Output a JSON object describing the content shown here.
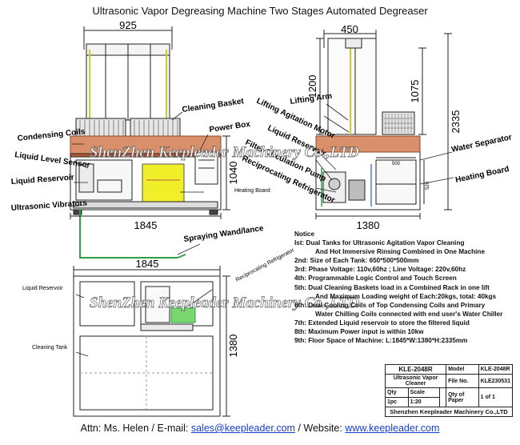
{
  "title": "Ultrasonic Vapor Degreasing Machine Two Stages Automated Degreaser",
  "dimensions": {
    "front_top_width": "925",
    "front_bottom_width": "1845",
    "front_height": "1040",
    "side_top_width": "450",
    "side_lift_height": "1200",
    "side_mid_height": "1075",
    "side_total_height": "2335",
    "side_depth": "1380",
    "plan_width": "1845",
    "plan_depth": "1380",
    "side_small": "500",
    "side_small2": "520"
  },
  "labels": {
    "cleaning_basket": "Cleaning Basket",
    "power_box": "Power Box",
    "condensing_coils": "Condensing Coils",
    "liquid_level_sensor": "Liquid Level Sensor",
    "liquid_reservoir": "Liquid Reservoir",
    "ultrasonic_vibrators": "Ultrasonic Vibrators",
    "heating_board_front": "Heating Board",
    "lifting_arm": "Lifting Arm",
    "lifting_agitation_motor": "Lifting Agitation Motor",
    "liquid_reservoir_side": "Liquid Reservoir",
    "filter_circulation_pump": "Filter Circulation Pump",
    "reciprocating_refrigerator": "Reciprocating Refrigerator",
    "water_separator": "Water Separator",
    "heating_board_side": "Heating Board",
    "spraying_wand": "Spraying Wand/lance",
    "plan_liquid_reservoir": "Liquid Reservoir",
    "plan_refrigerator": "Reciprocating Refrigerator",
    "plan_cleaning_tank": "Cleaning Tank"
  },
  "watermark": "ShenZhen Keepleader Machinery Co.,LTD",
  "notes": {
    "heading": "Notice",
    "lines": [
      "Ist: Dual Tanks for Ultrasonic Agitation Vapor Cleaning",
      "And Hot Immersive Rinsing Combined in One Machine",
      "2nd: Size of Each Tank: 650*500*500mm",
      "3rd: Phase Voltage: 110v,60hz ; Line Voltage: 220v,60hz",
      "4th: Programmable Logic Control and Touch Screen",
      "5th: Dual Cleaning Baskets load in a Combined Rack in one lift",
      "And Maximum Loading weight of Each:20kgs, total: 40kgs",
      "6th: Dual Cooling Coils of Top Condensing Coils and Primary",
      "Water Chilling Coils connected with end  user's Water Chiller",
      "7th: Extended Liquid reservoir to store the filtered liquid",
      "8th:  Maximum Power input is within 10kw",
      "9th: Floor Space of Machine: L:1845*W:1380*H:2335mm"
    ]
  },
  "title_block": {
    "model_code": "KLE-2048R",
    "model_label": "Model",
    "model_value": "KLE-2048R",
    "product_name": "Ultrasonic Vapor Cleaner",
    "file_label": "File No.",
    "file_value": "KLE230531",
    "qty_label": "Qty",
    "qty_value": "1pc",
    "scale_label": "Scale",
    "scale_value": "1:20",
    "paper_label": "Qty of Paper",
    "paper_value": "1 of 1",
    "company": "Shenzhen Keepleader Machinery Co.,LTD"
  },
  "footer": {
    "attn": "Attn: Ms. Helen / E-mail: ",
    "email": "sales@keepleader.com",
    "sep": " / Website: ",
    "website": "www.keepleader.com"
  },
  "colors": {
    "line": "#222222",
    "accent_yellow": "#f1ee2a",
    "accent_green": "#7bd66f",
    "heater_red": "#b85a3a",
    "link": "#1a3ccf"
  }
}
